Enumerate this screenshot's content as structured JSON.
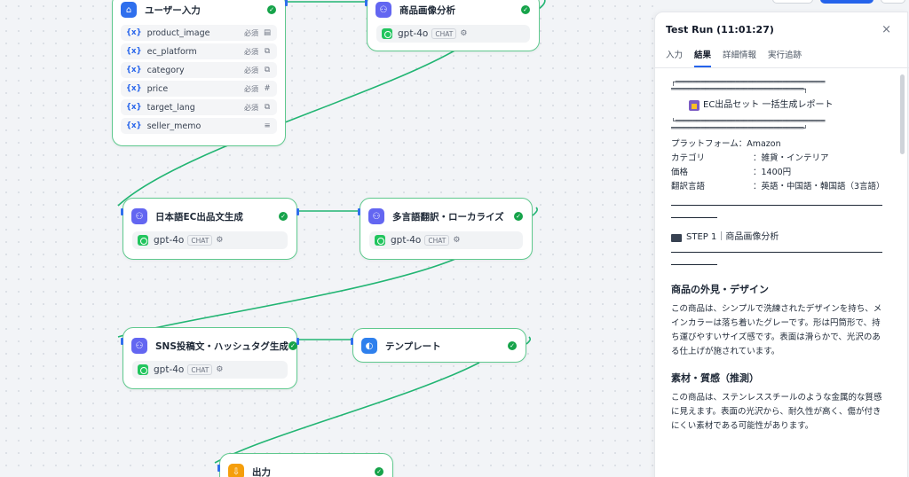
{
  "colors": {
    "edge": "#22b573",
    "node_border": "#5fc98e",
    "icon_llm": "#6366f1",
    "icon_start": "#2f6fed",
    "icon_template": "#2f80ed",
    "icon_end": "#f59e0b",
    "check": "#16a34a",
    "accent": "#2563eb"
  },
  "nodes": {
    "start": {
      "title": "ユーザー入力",
      "icon": "home-icon",
      "variables": [
        {
          "name": "product_image",
          "required": "必須",
          "type_icon": "file-icon"
        },
        {
          "name": "ec_platform",
          "required": "必須",
          "type_icon": "select-icon"
        },
        {
          "name": "category",
          "required": "必須",
          "type_icon": "select-icon"
        },
        {
          "name": "price",
          "required": "必須",
          "type_icon": "number-icon"
        },
        {
          "name": "target_lang",
          "required": "必須",
          "type_icon": "select-icon"
        },
        {
          "name": "seller_memo",
          "required": "",
          "type_icon": "paragraph-icon"
        }
      ]
    },
    "image_analysis": {
      "title": "商品画像分析",
      "model": "gpt-4o",
      "badge": "CHAT"
    },
    "jp_copy": {
      "title": "日本語EC出品文生成",
      "model": "gpt-4o",
      "badge": "CHAT"
    },
    "translate": {
      "title": "多言語翻訳・ローカライズ",
      "model": "gpt-4o",
      "badge": "CHAT"
    },
    "sns": {
      "title": "SNS投稿文・ハッシュタグ生成",
      "model": "gpt-4o",
      "badge": "CHAT"
    },
    "template": {
      "title": "テンプレート"
    },
    "end": {
      "title": "出力"
    }
  },
  "panel": {
    "title": "Test Run (11:01:27)",
    "tabs": [
      "入力",
      "結果",
      "詳細情報",
      "実行追跡"
    ],
    "active_tab": 1,
    "result": {
      "box_top": "┌═══════════════════════════════════",
      "box_top2": "═══════════════════════════════┐",
      "report_title": "EC出品セット 一括生成レポート",
      "box_bottom": "└═══════════════════════════════════",
      "box_bottom2": "═══════════════════════════════┘",
      "info": [
        {
          "key": "プラットフォーム：",
          "value": "Amazon"
        },
        {
          "key": "カテゴリ",
          "value": "：雑貨・インテリア"
        },
        {
          "key": "価格",
          "value": "：1400円"
        },
        {
          "key": "翻訳言語",
          "value": "：英語・中国語・韓国語（3言語）"
        }
      ],
      "step_label": "STEP 1｜商品画像分析",
      "sections": [
        {
          "heading": "商品の外見・デザイン",
          "text": "この商品は、シンプルで洗練されたデザインを持ち、メインカラーは落ち着いたグレーです。形は円筒形で、持ち運びやすいサイズ感です。表面は滑らかで、光沢のある仕上げが施されています。"
        },
        {
          "heading": "素材・質感（推測）",
          "text": "この商品は、ステンレススチールのような金属的な質感に見えます。表面の光沢から、耐久性が高く、傷が付きにくい素材である可能性があります。"
        }
      ]
    }
  }
}
